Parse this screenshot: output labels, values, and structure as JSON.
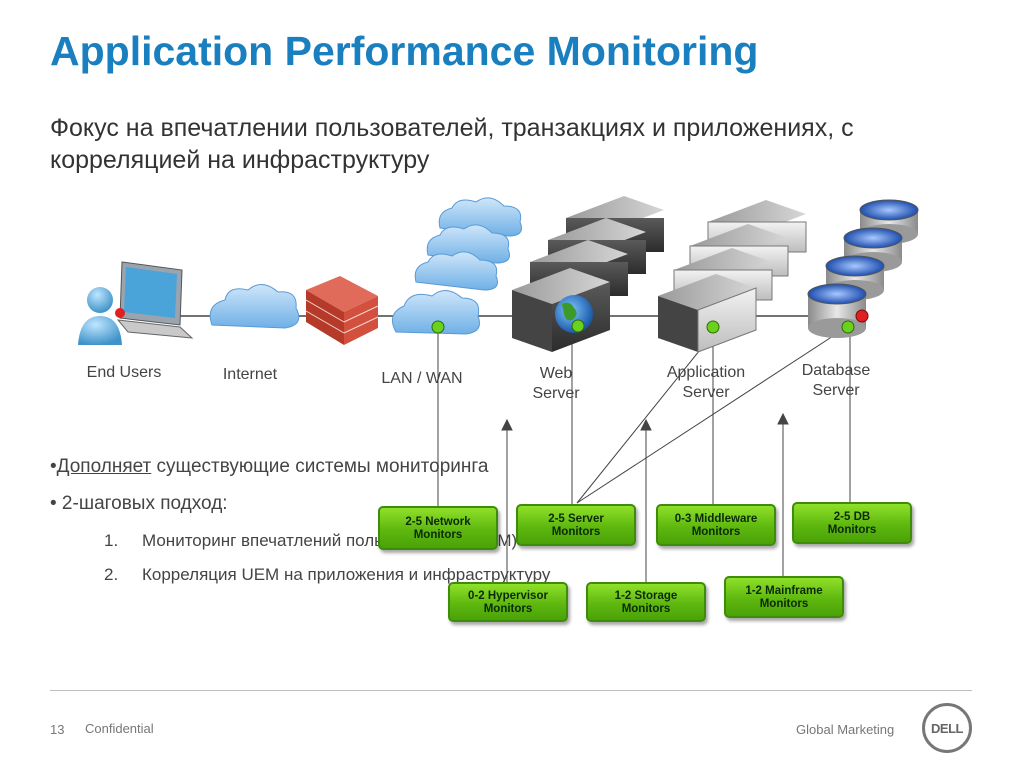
{
  "title": "Application Performance Monitoring",
  "subtitle": "Фокус на впечатлении пользователей, транзакциях и приложениях, с корреляцией на инфраструктуру",
  "nodes": {
    "end_users": "End Users",
    "internet": "Internet",
    "lan_wan": "LAN / WAN",
    "web_server_line1": "Web",
    "web_server_line2": "Server",
    "app_server_line1": "Application",
    "app_server_line2": "Server",
    "db_server_line1": "Database",
    "db_server_line2": "Server"
  },
  "bullets": {
    "b1_prefix": "•",
    "b1_underlined": "Дополняет",
    "b1_rest": " существующие системы мониторинга",
    "b2": "• 2-шаговых подход:",
    "items": [
      {
        "num": "1.",
        "text": "Мониторинг впечатлений пользователей (UEM)"
      },
      {
        "num": "2.",
        "text": "Корреляция UEM на приложения и инфраструктуру"
      }
    ]
  },
  "monitors": {
    "network": [
      "2-5 Network",
      "Monitors"
    ],
    "server": [
      "2-5 Server",
      "Monitors"
    ],
    "middleware": [
      "0-3 Middleware",
      "Monitors"
    ],
    "db": [
      "2-5 DB",
      "Monitors"
    ],
    "hypervisor": [
      "0-2 Hypervisor",
      "Monitors"
    ],
    "storage": [
      "1-2 Storage",
      "Monitors"
    ],
    "mainframe": [
      "1-2 Mainframe",
      "Monitors"
    ]
  },
  "footer": {
    "page": "13",
    "confidential": "Confidential",
    "marketing": "Global Marketing",
    "logo": "DELL"
  },
  "colors": {
    "title": "#1a7fbf",
    "monitor_green": "#5fb80f",
    "status_dot_green": "#6ad21c",
    "status_dot_red": "#e02020"
  }
}
